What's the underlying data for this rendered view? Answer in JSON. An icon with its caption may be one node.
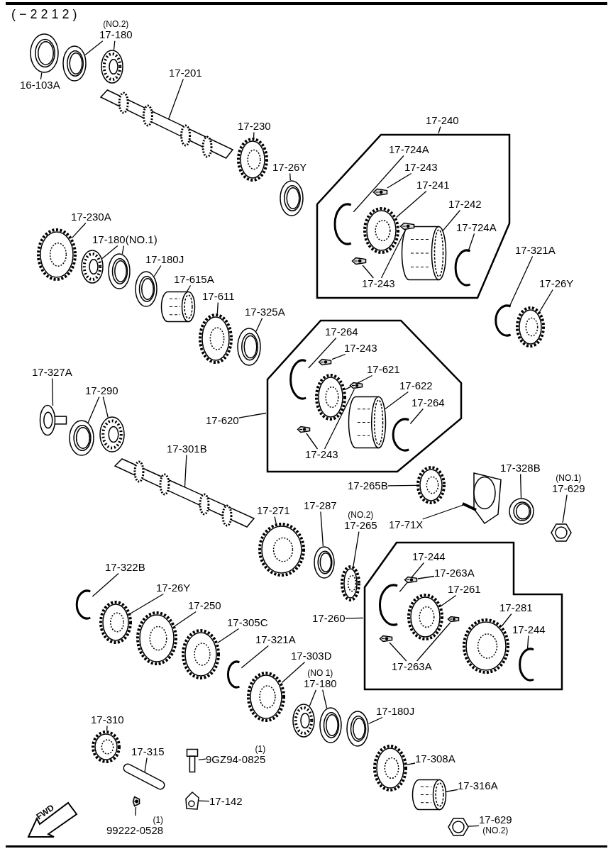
{
  "diagram": {
    "nodes": [
      {
        "text": [
          "16-103A"
        ]
      },
      {
        "text": [],
        "shape": "picture"
      },
      {
        "text": [
          "(NO.2)",
          "17-180"
        ]
      },
      {
        "text": [],
        "shape": "picture"
      },
      {
        "text": [],
        "shape": "picture"
      },
      {
        "text": [
          "17-201"
        ]
      },
      {
        "text": [],
        "shape": "picture"
      },
      {
        "text": [
          "17-230"
        ]
      },
      {
        "text": [],
        "shape": "picture"
      },
      {
        "text": [
          "17-26Y"
        ]
      },
      {
        "text": [],
        "shape": "picture"
      },
      {
        "text": [
          "17-240"
        ]
      },
      {
        "text": [],
        "shape": "box"
      },
      {
        "text": [
          "17-724A"
        ],
        "in": 12
      },
      {
        "text": [],
        "shape": "picture",
        "in": 12
      },
      {
        "text": [
          "17-243"
        ],
        "in": 12
      },
      {
        "text": [],
        "shape": "picture",
        "in": 12
      },
      {
        "text": [
          "17-241"
        ],
        "in": 12
      },
      {
        "text": [],
        "shape": "picture",
        "in": 12
      },
      {
        "text": [
          "17-242"
        ],
        "in": 12
      },
      {
        "text": [],
        "shape": "picture",
        "in": 12
      },
      {
        "text": [
          "17-724A"
        ],
        "in": 12
      },
      {
        "text": [],
        "shape": "picture",
        "in": 12
      },
      {
        "text": [],
        "shape": "picture",
        "in": 12
      },
      {
        "text": [],
        "shape": "picture",
        "in": 12
      },
      {
        "text": [
          "17-243"
        ],
        "in": 12
      },
      {
        "text": [
          "17-321A"
        ]
      },
      {
        "text": [],
        "shape": "picture"
      },
      {
        "text": [
          "17-26Y"
        ]
      },
      {
        "text": [],
        "shape": "picture"
      },
      {
        "text": [
          "17-230A"
        ]
      },
      {
        "text": [],
        "shape": "picture"
      },
      {
        "text": [
          "17-180(NO.1)"
        ]
      },
      {
        "text": [],
        "shape": "picture"
      },
      {
        "text": [],
        "shape": "picture"
      },
      {
        "text": [
          "17-180J"
        ]
      },
      {
        "text": [],
        "shape": "picture"
      },
      {
        "text": [
          "17-615A"
        ]
      },
      {
        "text": [],
        "shape": "picture"
      },
      {
        "text": [
          "17-611"
        ]
      },
      {
        "text": [],
        "shape": "picture"
      },
      {
        "text": [
          "17-325A"
        ]
      },
      {
        "text": [],
        "shape": "picture"
      },
      {
        "text": [
          "17-620"
        ]
      },
      {
        "text": [],
        "shape": "box"
      },
      {
        "text": [
          "17-264"
        ],
        "in": 44
      },
      {
        "text": [],
        "shape": "picture",
        "in": 44
      },
      {
        "text": [
          "17-243"
        ],
        "in": 44
      },
      {
        "text": [],
        "shape": "picture",
        "in": 44
      },
      {
        "text": [
          "17-621"
        ],
        "in": 44
      },
      {
        "text": [],
        "shape": "picture",
        "in": 44
      },
      {
        "text": [
          "17-622"
        ],
        "in": 44
      },
      {
        "text": [],
        "shape": "picture",
        "in": 44
      },
      {
        "text": [
          "17-264"
        ],
        "in": 44
      },
      {
        "text": [],
        "shape": "picture",
        "in": 44
      },
      {
        "text": [],
        "shape": "picture",
        "in": 44
      },
      {
        "text": [],
        "shape": "picture",
        "in": 44
      },
      {
        "text": [
          "17-243"
        ],
        "in": 44
      },
      {
        "text": [
          "17-327A"
        ]
      },
      {
        "text": [],
        "shape": "picture"
      },
      {
        "text": [
          "17-290"
        ]
      },
      {
        "text": [],
        "shape": "picture"
      },
      {
        "text": [],
        "shape": "picture"
      },
      {
        "text": [
          "17-301B"
        ]
      },
      {
        "text": [],
        "shape": "picture"
      },
      {
        "text": [
          "17-265B"
        ]
      },
      {
        "text": [],
        "shape": "picture"
      },
      {
        "text": [
          "17-71X"
        ]
      },
      {
        "text": [],
        "shape": "picture"
      },
      {
        "text": [
          "17-328B"
        ]
      },
      {
        "text": [],
        "shape": "picture"
      },
      {
        "text": [
          "(NO.1)",
          "17-629"
        ]
      },
      {
        "text": [],
        "shape": "picture"
      },
      {
        "text": [
          "17-271"
        ]
      },
      {
        "text": [],
        "shape": "picture"
      },
      {
        "text": [
          "17-287"
        ]
      },
      {
        "text": [],
        "shape": "picture"
      },
      {
        "text": [
          "(NO.2)",
          "17-265"
        ]
      },
      {
        "text": [],
        "shape": "picture"
      },
      {
        "text": [
          "17-322B"
        ]
      },
      {
        "text": [],
        "shape": "picture"
      },
      {
        "text": [
          "17-26Y"
        ]
      },
      {
        "text": [],
        "shape": "picture"
      },
      {
        "text": [
          "17-250"
        ]
      },
      {
        "text": [],
        "shape": "picture"
      },
      {
        "text": [
          "17-305C"
        ]
      },
      {
        "text": [],
        "shape": "picture"
      },
      {
        "text": [
          "17-321A"
        ]
      },
      {
        "text": [],
        "shape": "picture"
      },
      {
        "text": [
          "17-303D"
        ]
      },
      {
        "text": [],
        "shape": "picture"
      },
      {
        "text": [
          "17-260"
        ]
      },
      {
        "text": [],
        "shape": "box"
      },
      {
        "text": [
          "17-244"
        ],
        "in": 92
      },
      {
        "text": [],
        "shape": "picture",
        "in": 92
      },
      {
        "text": [
          "17-263A"
        ],
        "in": 92
      },
      {
        "text": [],
        "shape": "picture",
        "in": 92
      },
      {
        "text": [
          "17-261"
        ],
        "in": 92
      },
      {
        "text": [],
        "shape": "picture",
        "in": 92
      },
      {
        "text": [
          "17-281"
        ],
        "in": 92
      },
      {
        "text": [],
        "shape": "picture",
        "in": 92
      },
      {
        "text": [
          "17-244"
        ],
        "in": 92
      },
      {
        "text": [],
        "shape": "picture",
        "in": 92
      },
      {
        "text": [],
        "shape": "picture",
        "in": 92
      },
      {
        "text": [],
        "shape": "picture",
        "in": 92
      },
      {
        "text": [
          "17-263A"
        ],
        "in": 92
      },
      {
        "text": [
          "(NO 1)",
          "17-180"
        ]
      },
      {
        "text": [],
        "shape": "picture"
      },
      {
        "text": [],
        "shape": "picture"
      },
      {
        "text": [
          "17-180J"
        ]
      },
      {
        "text": [],
        "shape": "picture"
      },
      {
        "text": [
          "17-308A"
        ]
      },
      {
        "text": [],
        "shape": "picture"
      },
      {
        "text": [
          "17-316A"
        ]
      },
      {
        "text": [],
        "shape": "picture"
      },
      {
        "text": [
          "17-629",
          "(NO.2)"
        ]
      },
      {
        "text": [],
        "shape": "picture"
      },
      {
        "text": [
          "17-310"
        ]
      },
      {
        "text": [],
        "shape": "picture"
      },
      {
        "text": [
          "17-315"
        ]
      },
      {
        "text": [],
        "shape": "picture"
      },
      {
        "text": [
          "(1)",
          "99222-0528"
        ]
      },
      {
        "text": [],
        "shape": "picture"
      },
      {
        "text": [],
        "shape": "picture"
      },
      {
        "text": [
          "(1)",
          "9GZ94-0825"
        ]
      },
      {
        "text": [],
        "shape": "picture"
      },
      {
        "text": [
          "17-142"
        ]
      }
    ],
    "edges": [
      {
        "from": 0,
        "to": 1,
        "arrow": "none"
      },
      {
        "from": 2,
        "to": 3,
        "arrow": "none"
      },
      {
        "from": 2,
        "to": 4,
        "arrow": "none"
      },
      {
        "from": 5,
        "to": 6,
        "arrow": "none"
      },
      {
        "from": 7,
        "to": 8,
        "arrow": "none"
      },
      {
        "from": 9,
        "to": 10,
        "arrow": "none"
      },
      {
        "from": 11,
        "to": 12,
        "arrow": "none"
      },
      {
        "from": 13,
        "to": 14,
        "arrow": "none"
      },
      {
        "from": 15,
        "to": 16,
        "arrow": "none"
      },
      {
        "from": 17,
        "to": 18,
        "arrow": "none"
      },
      {
        "from": 19,
        "to": 20,
        "arrow": "none"
      },
      {
        "from": 21,
        "to": 22,
        "arrow": "none"
      },
      {
        "from": 25,
        "to": 23,
        "arrow": "none"
      },
      {
        "from": 25,
        "to": 24,
        "arrow": "none"
      },
      {
        "from": 26,
        "to": 27,
        "arrow": "none"
      },
      {
        "from": 28,
        "to": 29,
        "arrow": "none"
      },
      {
        "from": 30,
        "to": 31,
        "arrow": "none"
      },
      {
        "from": 32,
        "to": 33,
        "arrow": "none"
      },
      {
        "from": 32,
        "to": 34,
        "arrow": "none"
      },
      {
        "from": 35,
        "to": 36,
        "arrow": "none"
      },
      {
        "from": 37,
        "to": 38,
        "arrow": "none"
      },
      {
        "from": 39,
        "to": 40,
        "arrow": "none"
      },
      {
        "from": 41,
        "to": 42,
        "arrow": "none"
      },
      {
        "from": 43,
        "to": 44,
        "arrow": "none"
      },
      {
        "from": 45,
        "to": 46,
        "arrow": "none"
      },
      {
        "from": 47,
        "to": 48,
        "arrow": "none"
      },
      {
        "from": 49,
        "to": 50,
        "arrow": "none"
      },
      {
        "from": 51,
        "to": 52,
        "arrow": "none"
      },
      {
        "from": 53,
        "to": 54,
        "arrow": "none"
      },
      {
        "from": 57,
        "to": 55,
        "arrow": "none"
      },
      {
        "from": 57,
        "to": 56,
        "arrow": "none"
      },
      {
        "from": 58,
        "to": 59,
        "arrow": "none"
      },
      {
        "from": 60,
        "to": 61,
        "arrow": "none"
      },
      {
        "from": 60,
        "to": 62,
        "arrow": "none"
      },
      {
        "from": 63,
        "to": 64,
        "arrow": "none"
      },
      {
        "from": 65,
        "to": 66,
        "arrow": "none"
      },
      {
        "from": 67,
        "to": 68,
        "arrow": "none"
      },
      {
        "from": 69,
        "to": 70,
        "arrow": "none"
      },
      {
        "from": 71,
        "to": 72,
        "arrow": "none"
      },
      {
        "from": 73,
        "to": 74,
        "arrow": "none"
      },
      {
        "from": 75,
        "to": 76,
        "arrow": "none"
      },
      {
        "from": 77,
        "to": 78,
        "arrow": "none"
      },
      {
        "from": 79,
        "to": 80,
        "arrow": "none"
      },
      {
        "from": 81,
        "to": 82,
        "arrow": "none"
      },
      {
        "from": 83,
        "to": 84,
        "arrow": "none"
      },
      {
        "from": 85,
        "to": 86,
        "arrow": "none"
      },
      {
        "from": 87,
        "to": 88,
        "arrow": "none"
      },
      {
        "from": 89,
        "to": 90,
        "arrow": "none"
      },
      {
        "from": 91,
        "to": 92,
        "arrow": "none"
      },
      {
        "from": 93,
        "to": 94,
        "arrow": "none"
      },
      {
        "from": 95,
        "to": 96,
        "arrow": "none"
      },
      {
        "from": 97,
        "to": 98,
        "arrow": "none"
      },
      {
        "from": 99,
        "to": 100,
        "arrow": "none"
      },
      {
        "from": 101,
        "to": 102,
        "arrow": "none"
      },
      {
        "from": 105,
        "to": 103,
        "arrow": "none"
      },
      {
        "from": 105,
        "to": 104,
        "arrow": "none"
      },
      {
        "from": 106,
        "to": 107,
        "arrow": "none"
      },
      {
        "from": 106,
        "to": 108,
        "arrow": "none"
      },
      {
        "from": 109,
        "to": 110,
        "arrow": "none"
      },
      {
        "from": 111,
        "to": 112,
        "arrow": "none"
      },
      {
        "from": 113,
        "to": 114,
        "arrow": "none"
      },
      {
        "from": 115,
        "to": 116,
        "arrow": "none"
      },
      {
        "from": 117,
        "to": 118,
        "arrow": "none"
      },
      {
        "from": 119,
        "to": 120,
        "arrow": "none"
      },
      {
        "from": 121,
        "to": 122,
        "arrow": "none"
      },
      {
        "from": 124,
        "to": 123,
        "arrow": "none"
      },
      {
        "from": 126,
        "to": 125,
        "arrow": "none"
      }
    ],
    "labels": [
      "(−2212)",
      "FWD"
    ]
  }
}
